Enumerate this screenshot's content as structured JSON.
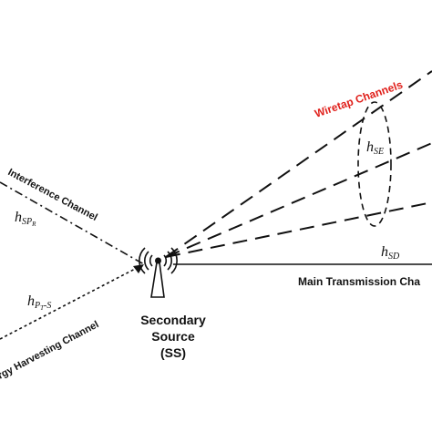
{
  "labels": {
    "wiretap": "Wiretap Channels",
    "interference": "Interference Channel",
    "main_transmission": "Main Transmission Cha",
    "energy_harvesting": "rgy Harvesting Channel",
    "source_line1": "Secondary",
    "source_line2": "Source",
    "source_line3": "(SS)"
  },
  "symbols": {
    "h_se": {
      "base": "h",
      "sub": "SE"
    },
    "h_sd": {
      "base": "h",
      "sub": "SD"
    },
    "h_spr": {
      "base": "h",
      "sub": "SP",
      "subsub": "R"
    },
    "h_pts": {
      "base": "h",
      "sub": "P",
      "subsub": "T",
      "sub2": "-S"
    }
  },
  "colors": {
    "wiretap": "#e0201b",
    "lines": "#111111"
  },
  "icons": {
    "source": "antenna-tower-icon"
  }
}
